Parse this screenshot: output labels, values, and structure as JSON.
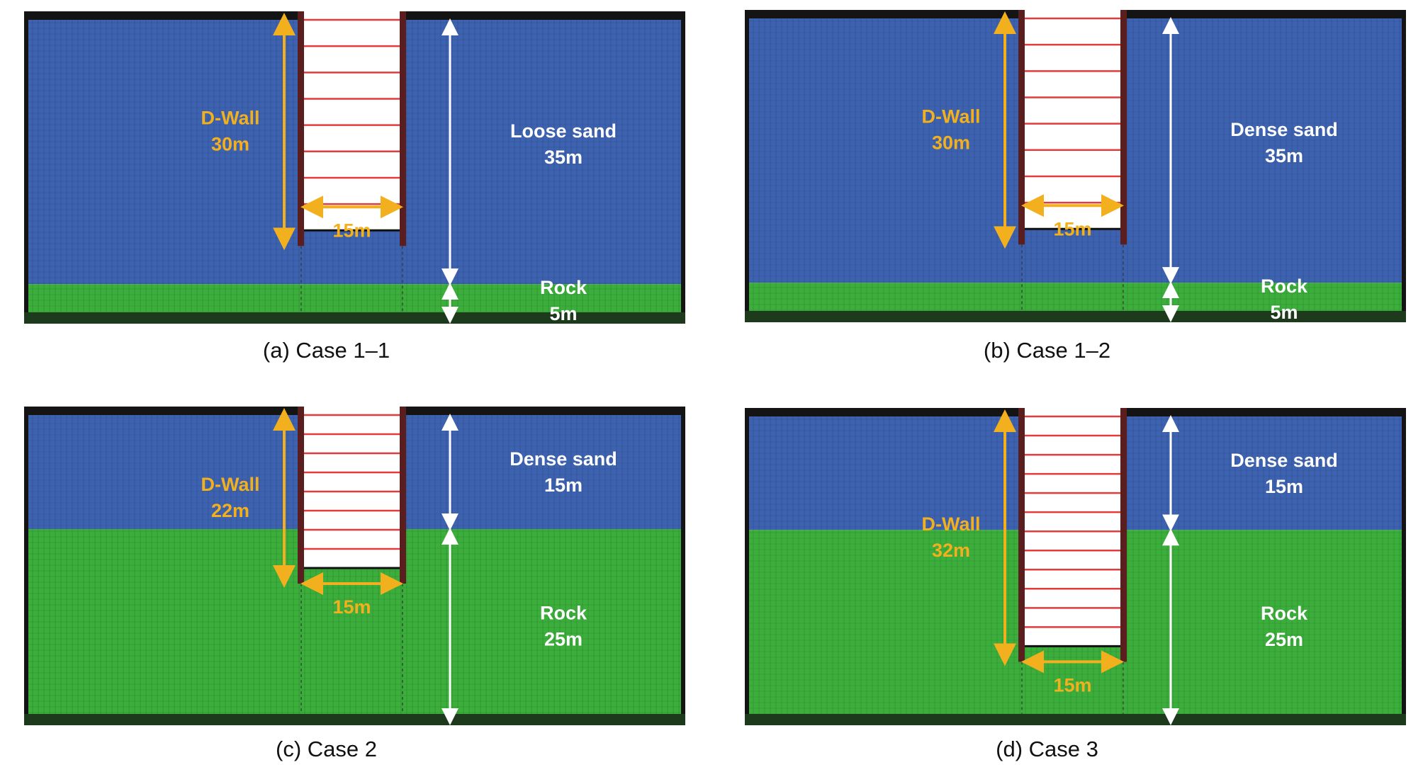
{
  "colors": {
    "dense_soil": "#3d62b0",
    "rock": "#3cae3c",
    "wall": "#5a1e1e",
    "strut": "#e23b3b",
    "wall_dim": "#f2b01e",
    "soil_dim": "#ffffff",
    "frame": "#141414"
  },
  "panels": [
    {
      "caption": "(a) Case 1–1",
      "wall_label": [
        "D-Wall",
        "30m"
      ],
      "width_label": "15m",
      "upper_label": [
        "Loose sand",
        "35m"
      ],
      "lower_label": [
        "Rock",
        "5m"
      ],
      "upper_thickness_m": 35,
      "lower_thickness_m": 5,
      "wall_length_m": 30,
      "excavation_width_m": 15,
      "strut_count": 8
    },
    {
      "caption": "(b) Case 1–2",
      "wall_label": [
        "D-Wall",
        "30m"
      ],
      "width_label": "15m",
      "upper_label": [
        "Dense sand",
        "35m"
      ],
      "lower_label": [
        "Rock",
        "5m"
      ],
      "upper_thickness_m": 35,
      "lower_thickness_m": 5,
      "wall_length_m": 30,
      "excavation_width_m": 15,
      "strut_count": 8
    },
    {
      "caption": "(c) Case 2",
      "wall_label": [
        "D-Wall",
        "22m"
      ],
      "width_label": "15m",
      "upper_label": [
        "Dense sand",
        "15m"
      ],
      "lower_label": [
        "Rock",
        "25m"
      ],
      "upper_thickness_m": 15,
      "lower_thickness_m": 25,
      "wall_length_m": 22,
      "excavation_width_m": 15,
      "strut_count": 8
    },
    {
      "caption": "(d) Case 3",
      "wall_label": [
        "D-Wall",
        "32m"
      ],
      "width_label": "15m",
      "upper_label": [
        "Dense sand",
        "15m"
      ],
      "lower_label": [
        "Rock",
        "25m"
      ],
      "upper_thickness_m": 15,
      "lower_thickness_m": 25,
      "wall_length_m": 32,
      "excavation_width_m": 15,
      "strut_count": 12
    }
  ]
}
